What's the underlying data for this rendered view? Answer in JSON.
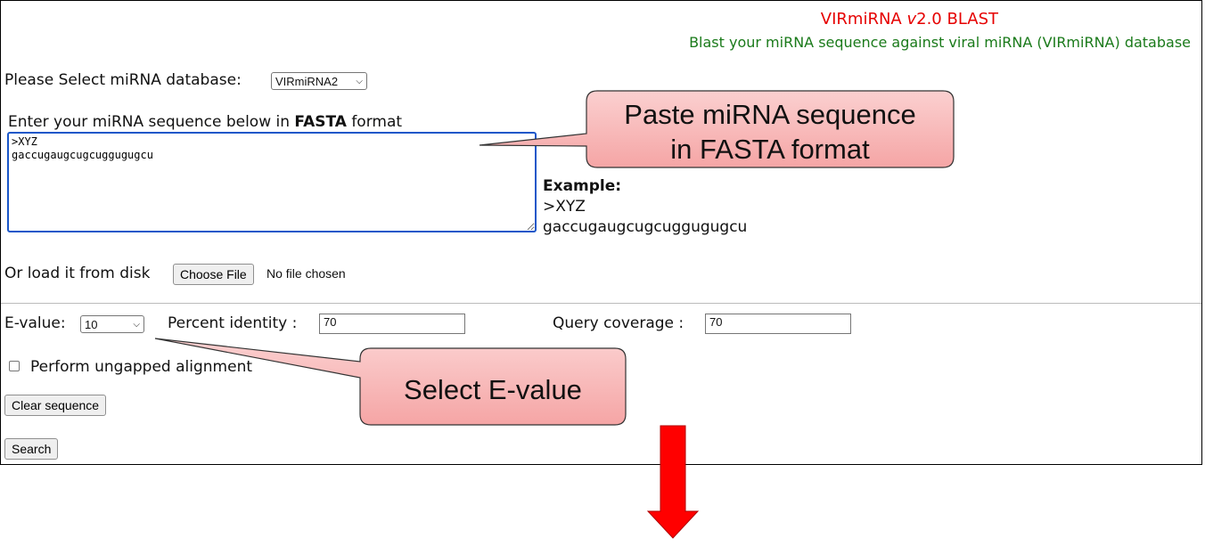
{
  "header": {
    "title": "VIRmiRNA v2.0 BLAST",
    "subtitle": "Blast your miRNA sequence against viral miRNA (VIRmiRNA) database"
  },
  "database": {
    "label": "Please Select miRNA database:",
    "selected": "VIRmiRNA2"
  },
  "sequence": {
    "label_prefix": "Enter your miRNA sequence below in ",
    "label_bold": "FASTA",
    "label_suffix": " format",
    "value": ">XYZ\ngaccugaugcugcuggugugcu\n"
  },
  "example": {
    "heading": "Example:",
    "line1": ">XYZ",
    "line2": "gaccugaugcugcuggugugcu"
  },
  "file": {
    "label": "Or load it from disk",
    "button": "Choose File",
    "status": "No file chosen"
  },
  "params": {
    "evalue_label": "E-value:",
    "evalue_selected": "10",
    "identity_label": "Percent identity :",
    "identity_value": "70",
    "coverage_label": "Query coverage :",
    "coverage_value": "70"
  },
  "ungapped": {
    "label": "Perform ungapped alignment",
    "checked": false
  },
  "buttons": {
    "clear": "Clear sequence",
    "search": "Search"
  },
  "annotations": {
    "callout1_line1": "Paste miRNA sequence",
    "callout1_line2": "in FASTA format",
    "callout2": "Select E-value",
    "callout_fill": "#f7b8b8",
    "arrow_color": "#ff0000"
  }
}
